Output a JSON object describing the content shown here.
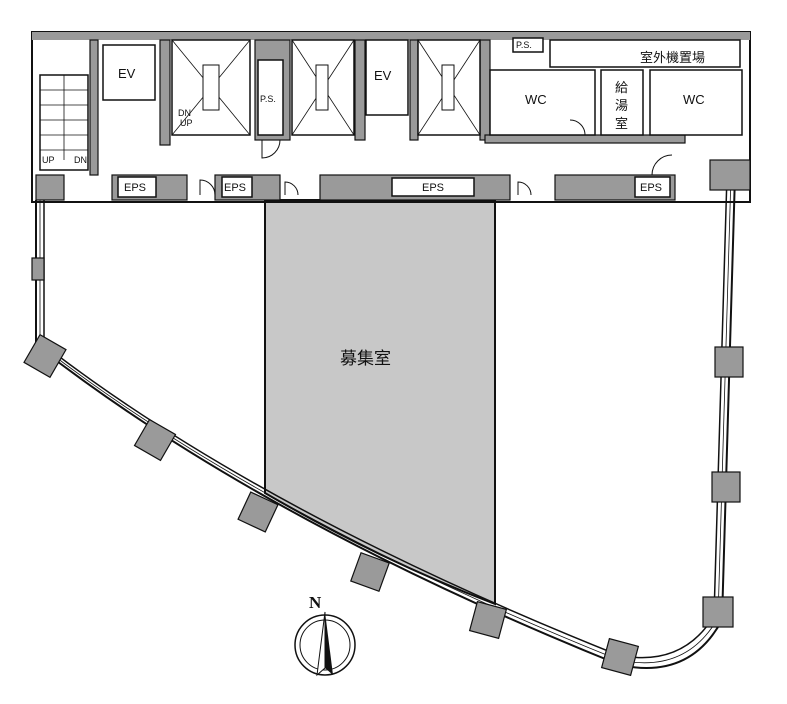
{
  "labels": {
    "ev_left": "EV",
    "ev_center": "EV",
    "ps_left": "P.S.",
    "ps_top": "P.S.",
    "wc_left": "WC",
    "wc_right": "WC",
    "kitchenette": [
      "給",
      "湯",
      "室"
    ],
    "outdoor_unit_area": "室外機置場",
    "eps": [
      "EPS",
      "EPS",
      "EPS",
      "EPS"
    ],
    "stair_up": "UP",
    "stair_dn": "DN",
    "stair2_dn": "DN",
    "stair2_up": "UP",
    "vacancy_room": "募集室",
    "north": "N"
  },
  "colors": {
    "wall": "#9a9a9a",
    "vacancy": "#c8c8c8",
    "line": "#111111"
  }
}
